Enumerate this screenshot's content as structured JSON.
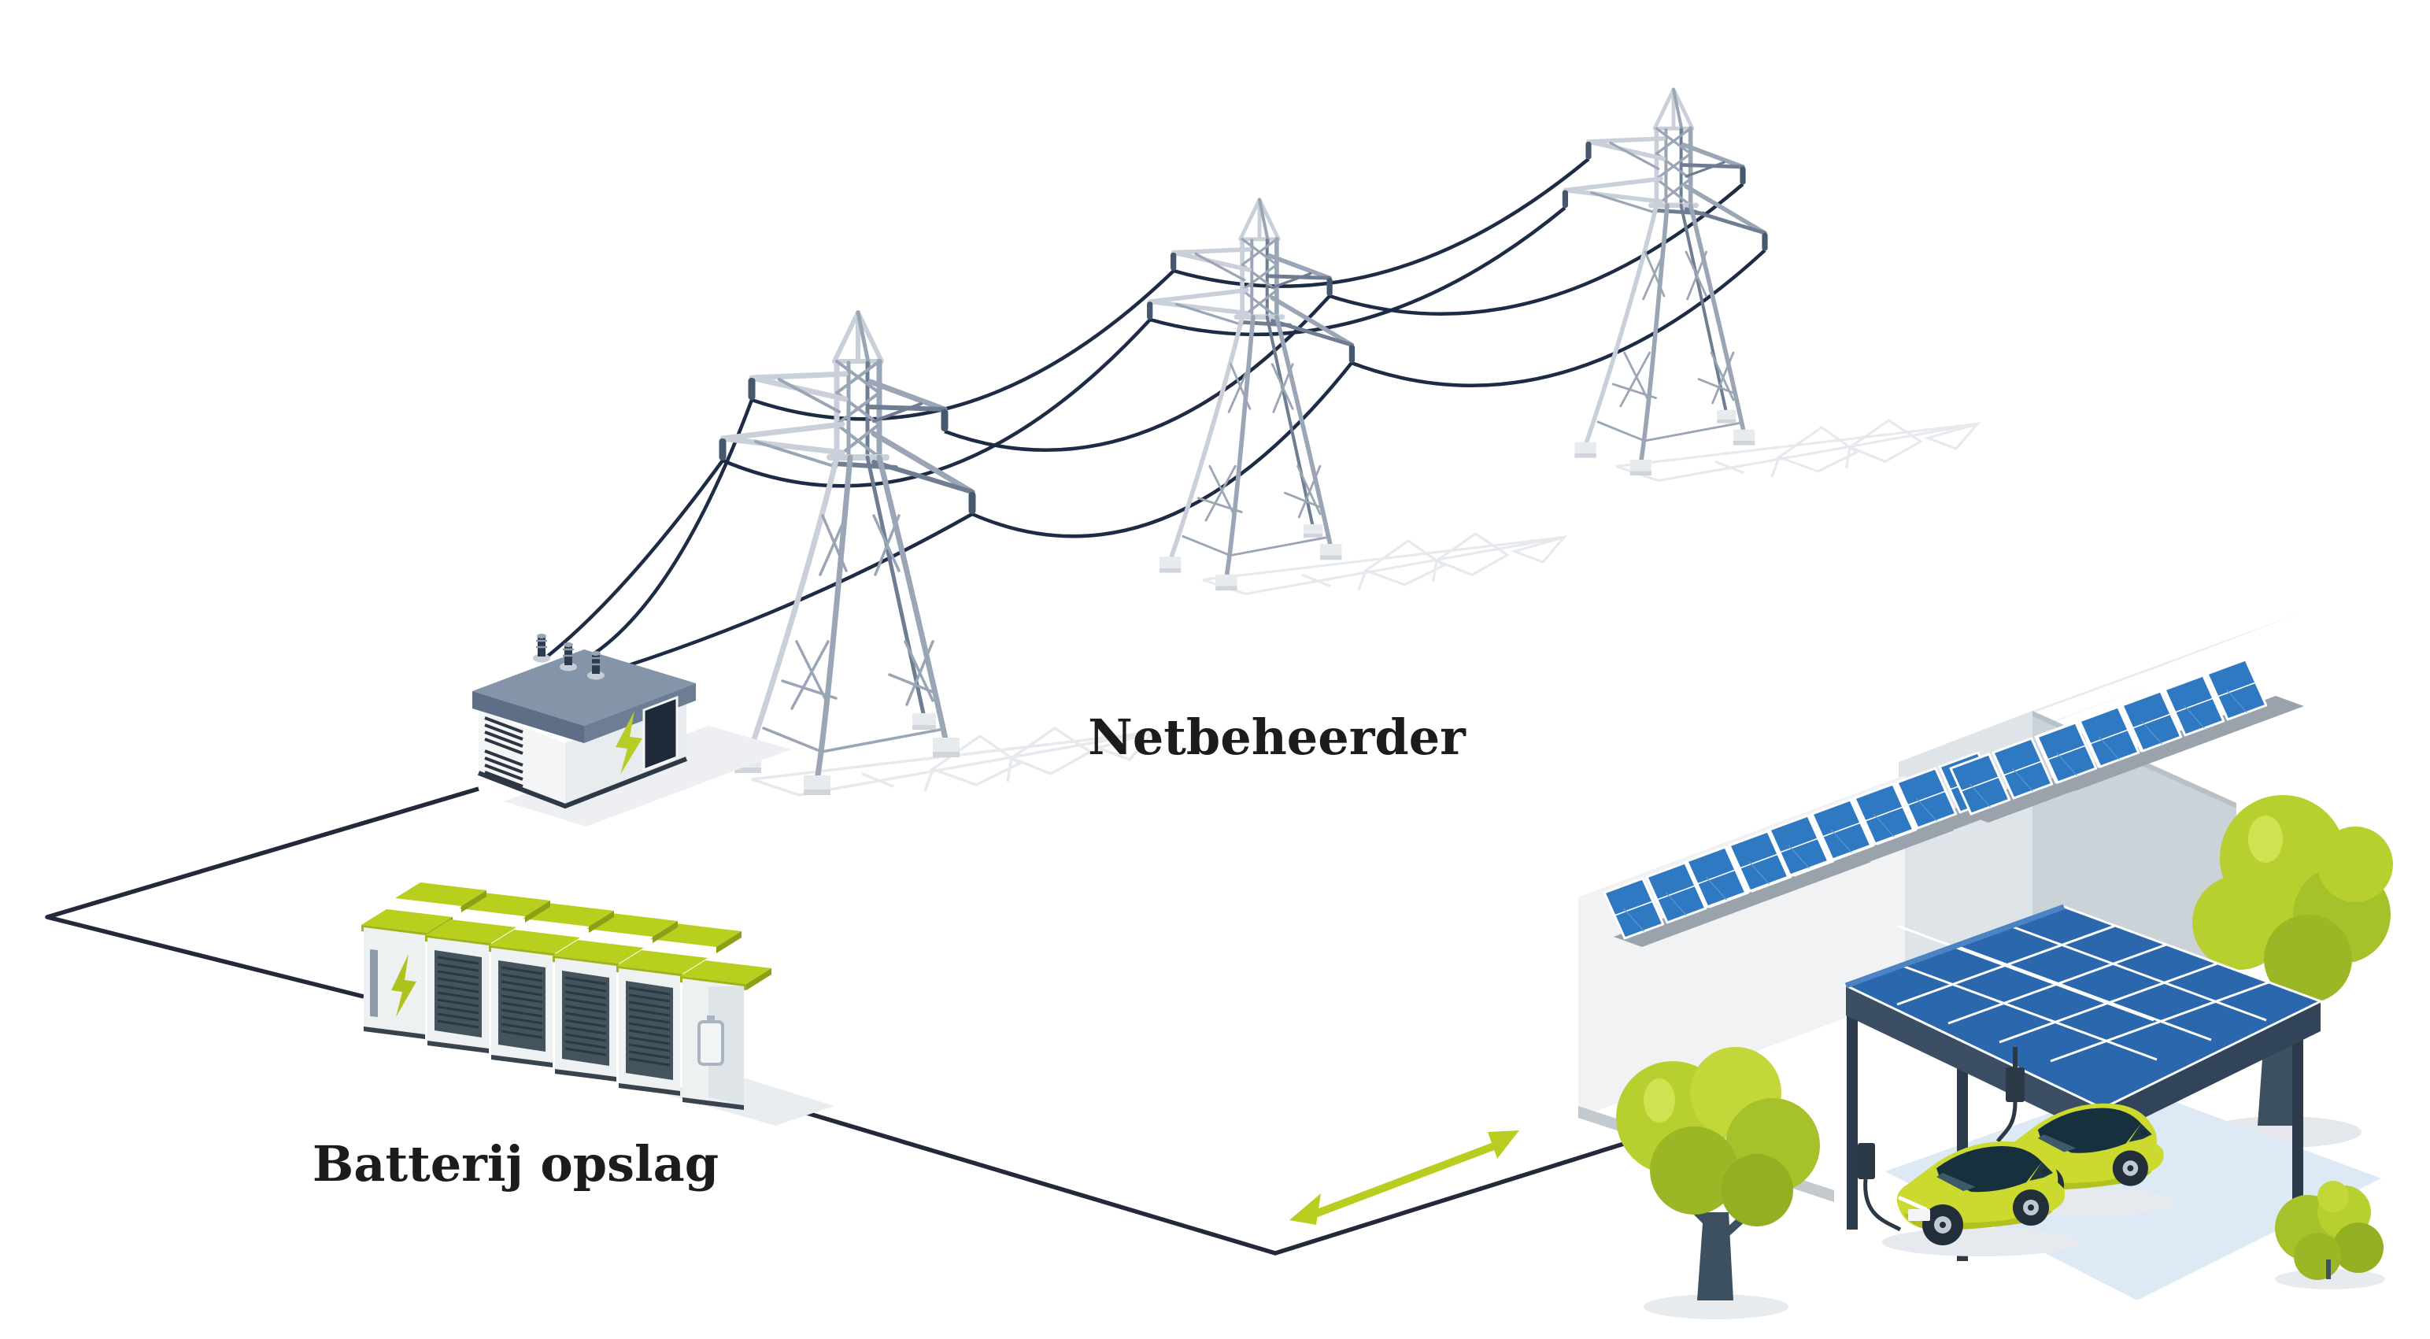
{
  "diagram": {
    "labels": {
      "grid_operator": "Netbeheerder",
      "battery_storage": "Batterij opslag"
    },
    "colors": {
      "background": "#ffffff",
      "wire": "#1d2b45",
      "connection_line": "#23293b",
      "accent_lime": "#b9cf1e",
      "arrow_lime": "#b9cd21",
      "panel_blue": "#2e79c1",
      "carport_blue": "#2b67ad",
      "carport_fascia": "#3c4e63",
      "steel_light": "#c9d0da",
      "steel_mid": "#9aa5b6",
      "steel_dark": "#6f7d93",
      "insulator": "#46586e",
      "car_body": "#ccd92e",
      "tree_green": "#b7d02f",
      "building_white": "#f0f2f4",
      "building_gray": "#ccd3d8",
      "shadow_pale": "#e7eaed"
    },
    "scene": {
      "tower_count": 3,
      "battery_cabinet_count": 6,
      "car_count": 2,
      "roof_panel_rows": 5
    }
  }
}
